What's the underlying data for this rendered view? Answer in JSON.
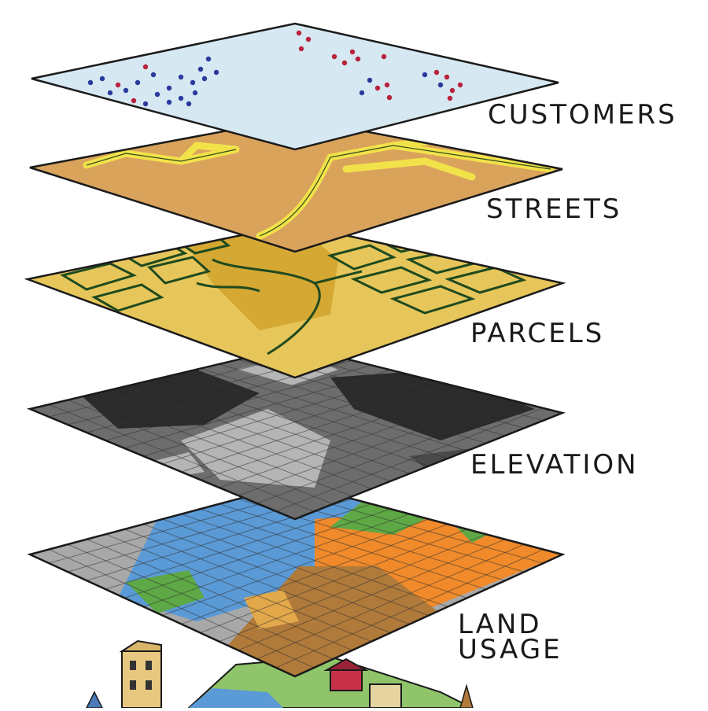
{
  "layers": [
    {
      "id": "customers",
      "label": "CUSTOMERS"
    },
    {
      "id": "streets",
      "label": "STREETS"
    },
    {
      "id": "parcels",
      "label": "PARCELS"
    },
    {
      "id": "elevation",
      "label": "ELEVATION"
    },
    {
      "id": "land_usage",
      "label": "LAND\nUSAGE"
    }
  ],
  "colors": {
    "customers_fill": "#d6e8f2",
    "customer_dot_blue": "#2a3a9c",
    "customer_dot_red": "#b8233a",
    "streets_fill": "#d9a35c",
    "street_road": "#f2e24a",
    "parcels_fill": "#e6c65a",
    "parcel_line": "#1f4a1f",
    "elevation_dark": "#2b2b2b",
    "elevation_mid": "#6d6d6d",
    "elevation_light": "#b5b5b5",
    "land_gray": "#a8a8a8",
    "land_blue": "#5a9ad6",
    "land_green": "#5ea845",
    "land_orange": "#f08a2a",
    "land_brown": "#b07a3a",
    "outline": "#1a1a1a"
  }
}
